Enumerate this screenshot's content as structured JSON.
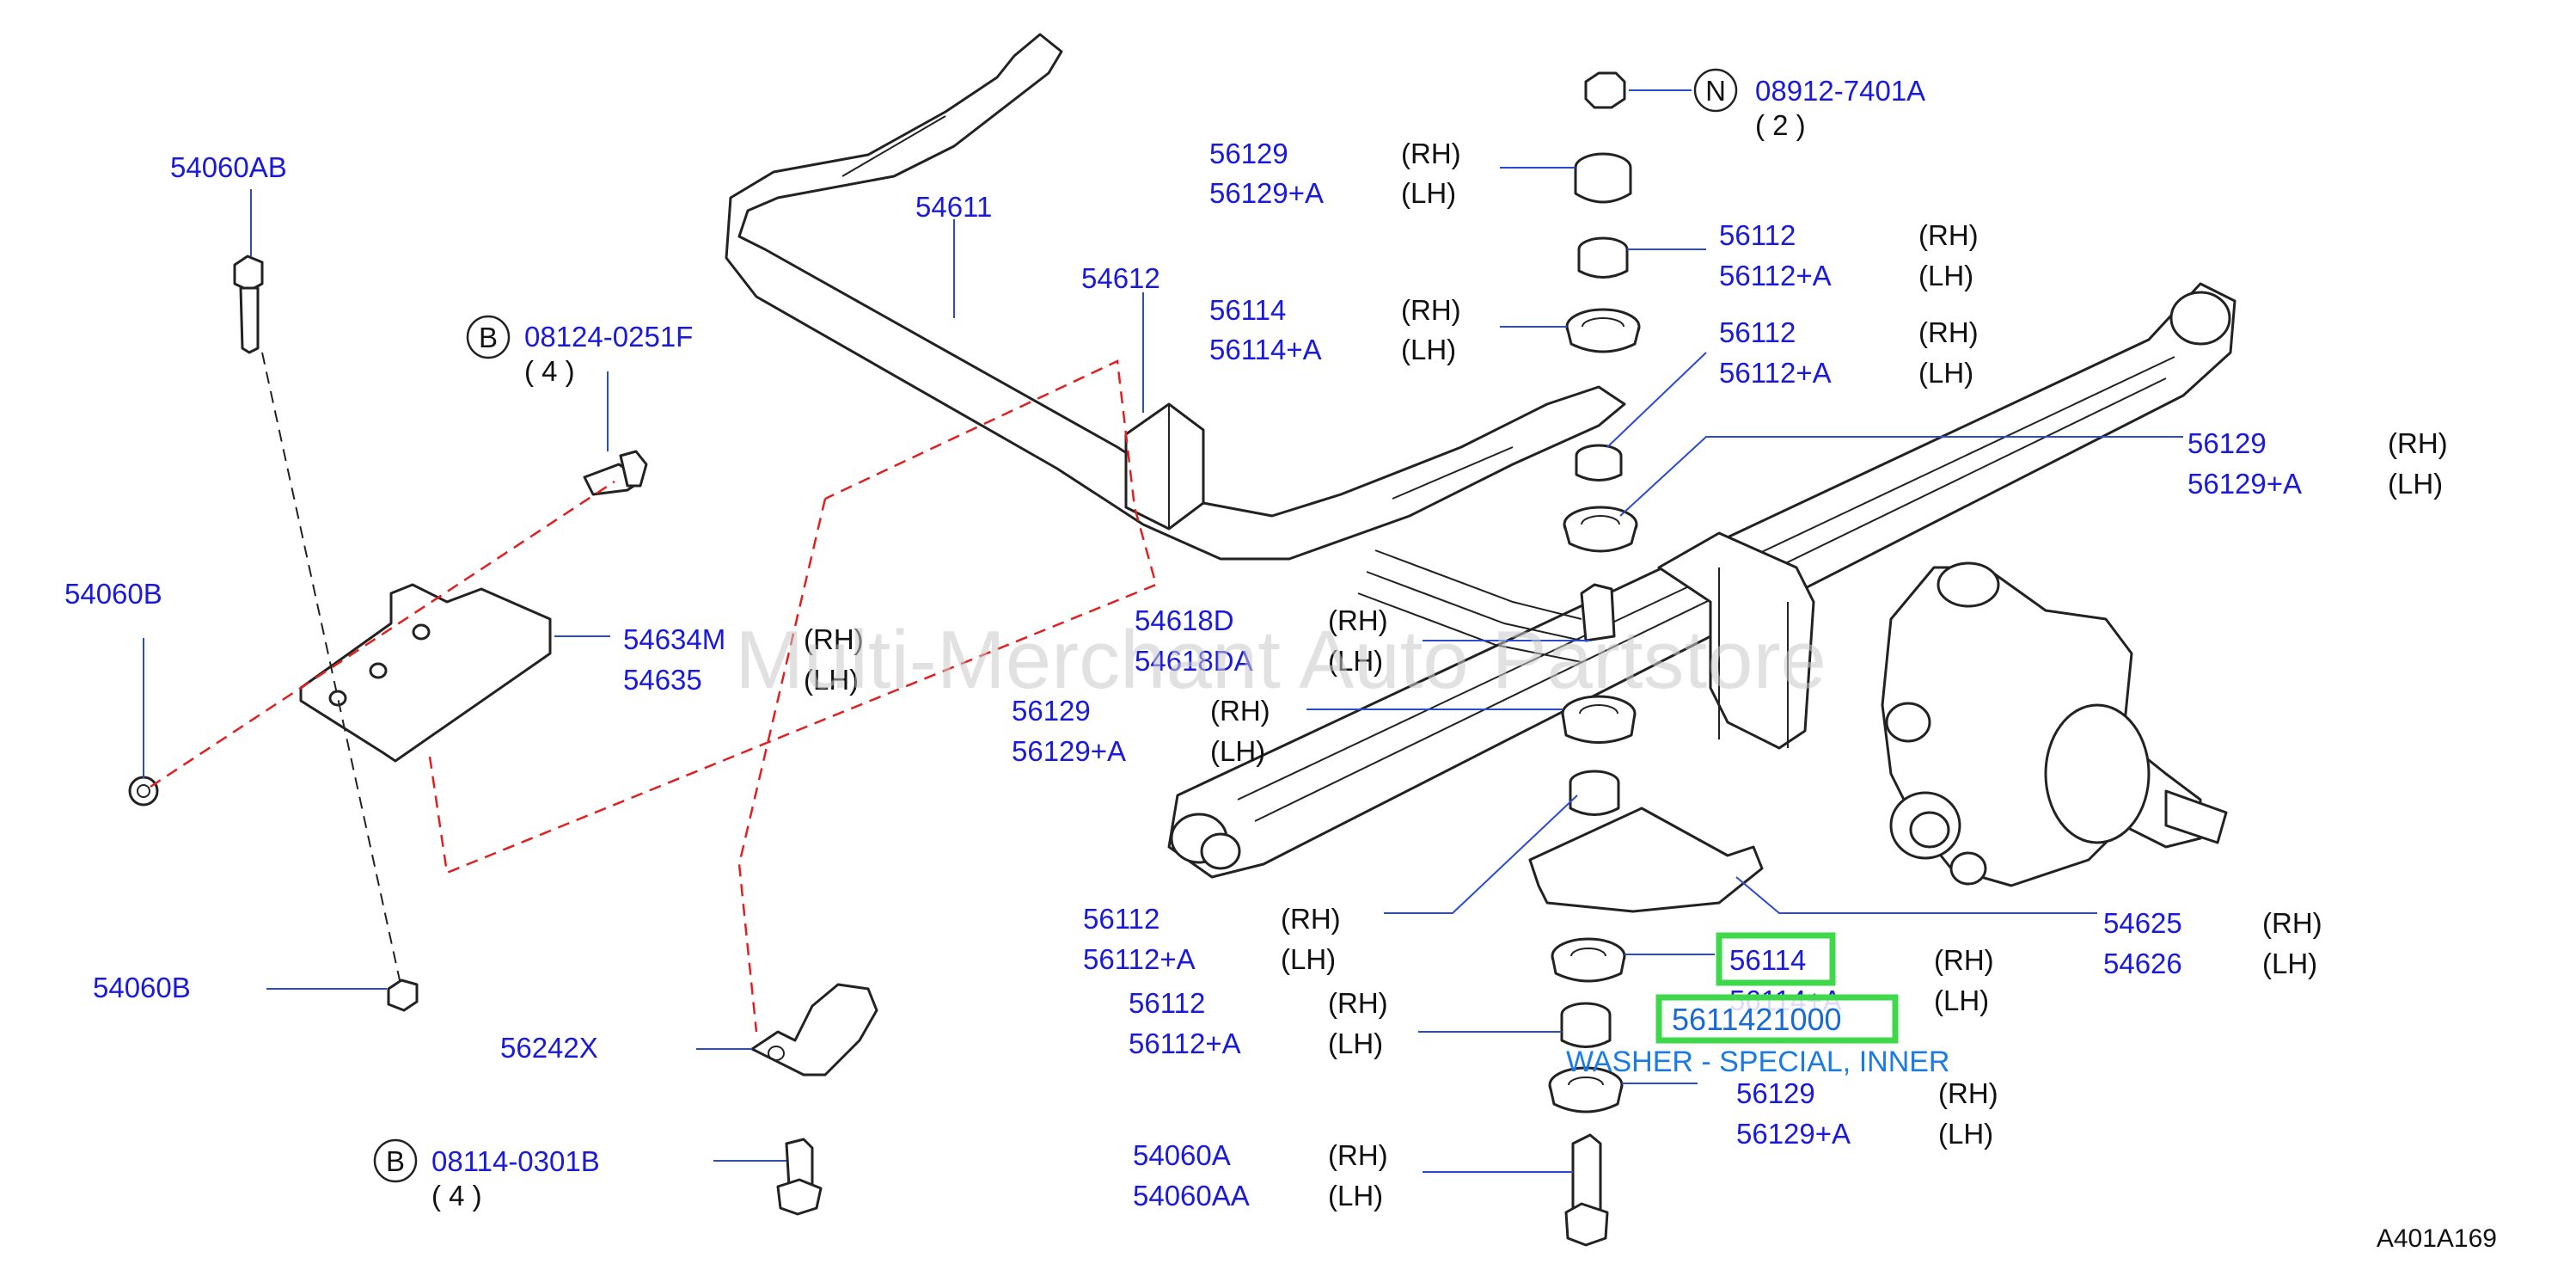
{
  "watermark": "Multi-Merchant Auto Partstore",
  "figure_ref": "A401A169",
  "circle_letters": {
    "n": "N",
    "b": "B"
  },
  "parts": {
    "p54060AB": "54060AB",
    "p54060B_top": "54060B",
    "p54060B_bottom": "54060B",
    "p08124": "08124-0251F",
    "p08124_qty": "( 4 )",
    "p54634M": "54634M",
    "p54634M_side": "(RH)",
    "p54635": "54635",
    "p54635_side": "(LH)",
    "p54611": "54611",
    "p54612": "54612",
    "p56242X": "56242X",
    "p08114": "08114-0301B",
    "p08114_qty": "( 4 )",
    "p08912": "08912-7401A",
    "p08912_qty": "( 2 )",
    "g1_a": "56129",
    "g1_a_side": "(RH)",
    "g1_b": "56129+A",
    "g1_b_side": "(LH)",
    "g2_a": "56112",
    "g2_a_side": "(RH)",
    "g2_b": "56112+A",
    "g2_b_side": "(LH)",
    "g3_a": "56114",
    "g3_a_side": "(RH)",
    "g3_b": "56114+A",
    "g3_b_side": "(LH)",
    "g4_a": "56112",
    "g4_a_side": "(RH)",
    "g4_b": "56112+A",
    "g4_b_side": "(LH)",
    "g5_a": "56129",
    "g5_a_side": "(RH)",
    "g5_b": "56129+A",
    "g5_b_side": "(LH)",
    "g6_a": "54618D",
    "g6_a_side": "(RH)",
    "g6_b": "54618DA",
    "g6_b_side": "(LH)",
    "g7_a": "56129",
    "g7_a_side": "(RH)",
    "g7_b": "56129+A",
    "g7_b_side": "(LH)",
    "g8_a": "56112",
    "g8_a_side": "(RH)",
    "g8_b": "56112+A",
    "g8_b_side": "(LH)",
    "g9_a": "54625",
    "g9_a_side": "(RH)",
    "g9_b": "54626",
    "g9_b_side": "(LH)",
    "g10_a": "56114",
    "g10_a_side": "(RH)",
    "g10_b": "56114+A",
    "g10_b_side": "(LH)",
    "g11_a": "56112",
    "g11_a_side": "(RH)",
    "g11_b": "56112+A",
    "g11_b_side": "(LH)",
    "g12_a": "56129",
    "g12_a_side": "(RH)",
    "g12_b": "56129+A",
    "g12_b_side": "(LH)",
    "g13_a": "54060A",
    "g13_a_side": "(RH)",
    "g13_b": "54060AA",
    "g13_b_side": "(LH)"
  },
  "highlight": {
    "part_number": "5611421000",
    "description": "WASHER - SPECIAL, INNER",
    "color": "#3fd84a"
  },
  "colors": {
    "part_number": "#1a1adb",
    "leader": "#2a4ad0",
    "dashed_guide": "#e02020"
  }
}
